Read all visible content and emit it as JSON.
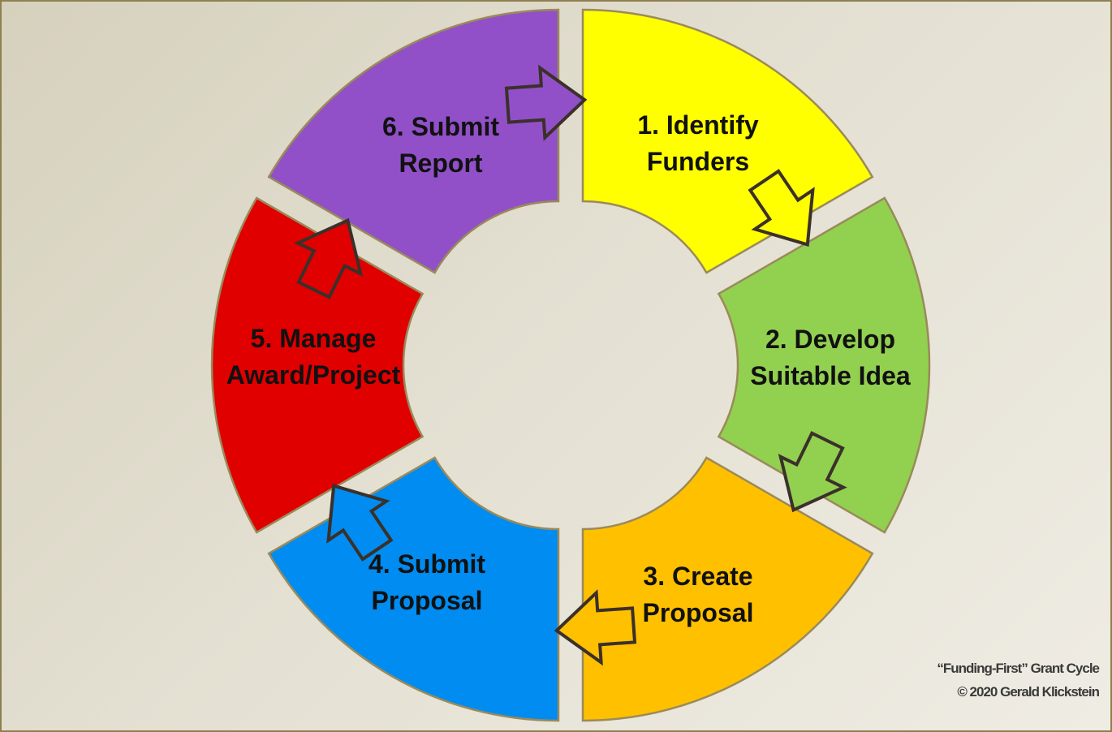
{
  "steps": [
    {
      "line1": "1. Identify",
      "line2": "Funders",
      "color": "#ffff00"
    },
    {
      "line1": "2. Develop",
      "line2": "Suitable Idea",
      "color": "#92d050"
    },
    {
      "line1": "3. Create",
      "line2": "Proposal",
      "color": "#ffc000"
    },
    {
      "line1": "4. Submit",
      "line2": "Proposal",
      "color": "#008cf0"
    },
    {
      "line1": "5. Manage",
      "line2": "Award/Project",
      "color": "#e00000"
    },
    {
      "line1": "6. Submit",
      "line2": "Report",
      "color": "#9150c8"
    }
  ],
  "footer": {
    "title": "“Funding-First” Grant Cycle",
    "copyright": "© 2020 Gerald Klickstein"
  }
}
